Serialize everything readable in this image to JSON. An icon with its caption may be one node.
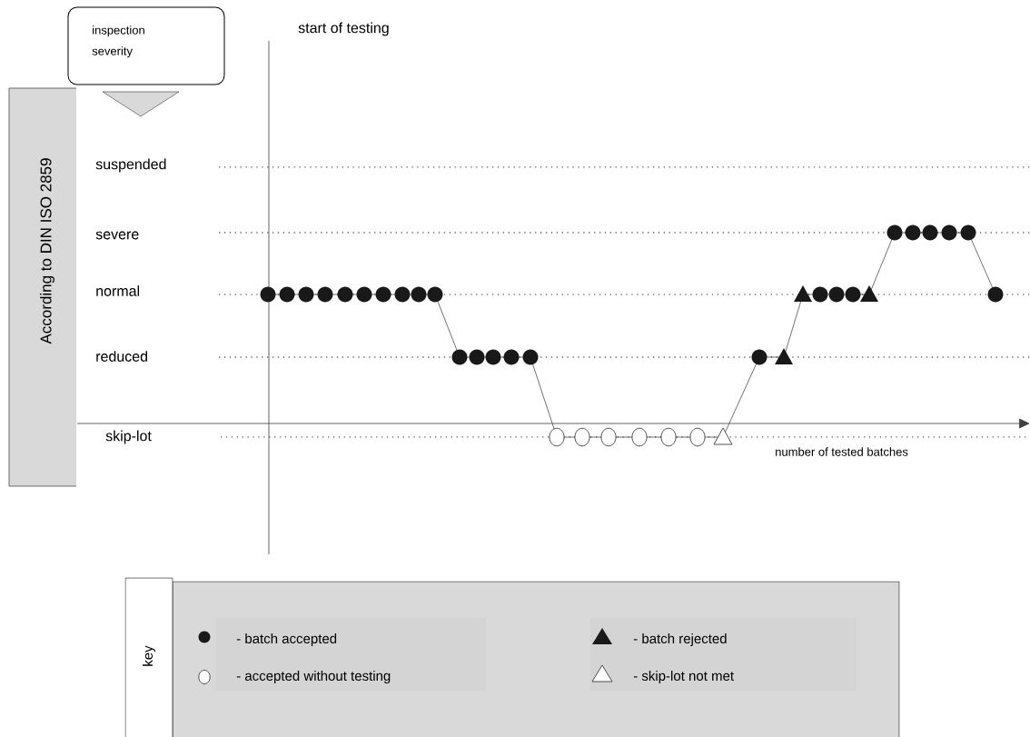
{
  "diagram": {
    "nodes": [
      {
        "text": [
          "inspection severity"
        ]
      },
      {
        "text": [
          "According to DIN ISO 2859"
        ]
      },
      {
        "text": [
          "key"
        ]
      }
    ],
    "edges": [],
    "labels": [
      "suspended",
      "severe",
      "normal",
      "reduced",
      "skip-lot",
      "start of testing",
      "number of tested batches"
    ],
    "legend": [
      {
        "text": "- batch accepted"
      },
      {
        "text": "- batch rejected"
      },
      {
        "text": "- accepted without testing"
      },
      {
        "text": "- skip-lot not met"
      }
    ]
  }
}
